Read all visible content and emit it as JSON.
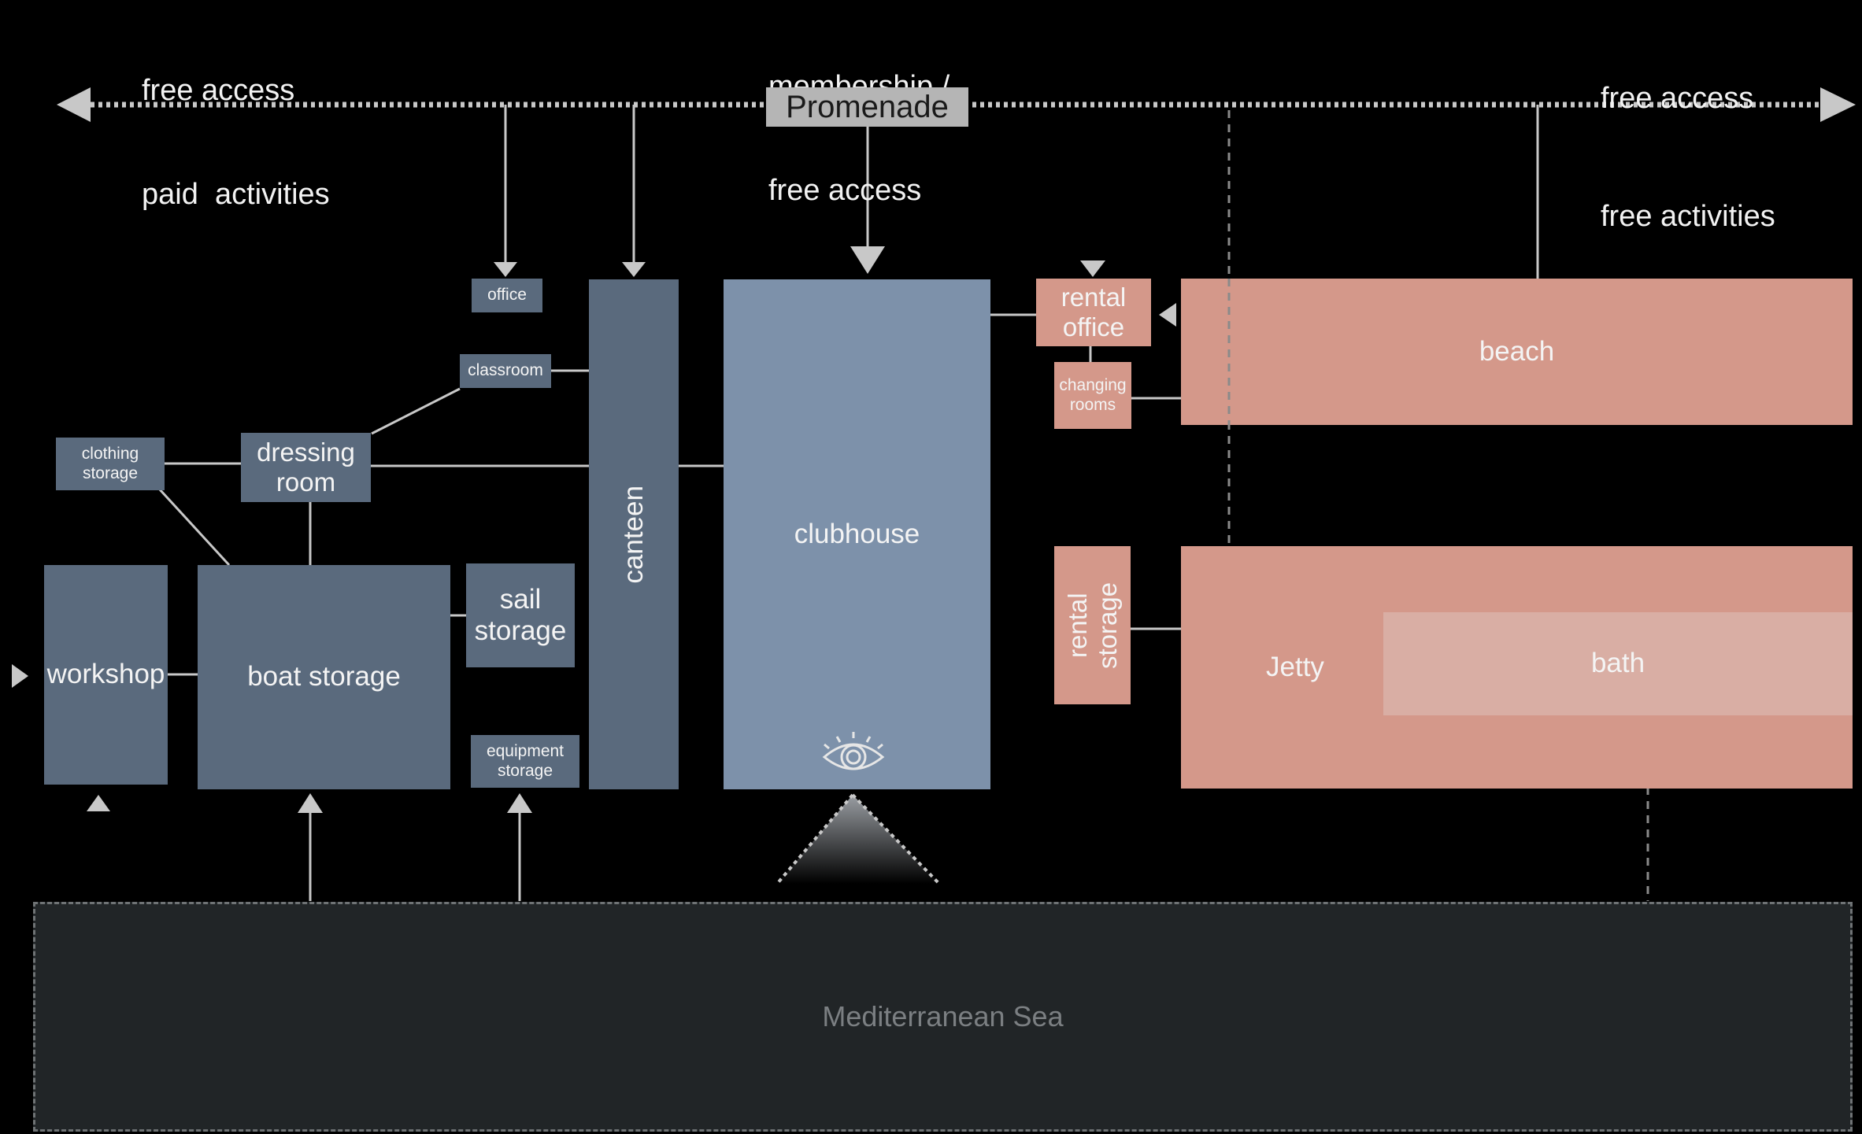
{
  "header": {
    "left_line1": "free access",
    "left_line2": "paid  activities",
    "center_line1": "membership /",
    "center_line2": "free access",
    "right_line1": "free access",
    "right_line2": "free activities"
  },
  "promenade": "Promenade",
  "rooms": {
    "office": "office",
    "classroom": "classroom",
    "clothing_storage_1": "clothing",
    "clothing_storage_2": "storage",
    "dressing_room_1": "dressing",
    "dressing_room_2": "room",
    "canteen": "canteen",
    "clubhouse": "clubhouse",
    "rental_office_1": "rental",
    "rental_office_2": "office",
    "changing_rooms_1": "changing",
    "changing_rooms_2": "rooms",
    "beach": "beach",
    "workshop": "workshop",
    "boat_storage": "boat  storage",
    "sail_storage_1": "sail",
    "sail_storage_2": "storage",
    "equipment_storage_1": "equipment",
    "equipment_storage_2": "storage",
    "rental_storage_1": "rental",
    "rental_storage_2": "storage",
    "jetty": "Jetty",
    "bath": "bath"
  },
  "sea": "Mediterranean Sea",
  "icons": {
    "view": "eye-icon"
  },
  "colors": {
    "background": "#000000",
    "club_dark": "#5a6a7d",
    "clubhouse": "#7d91aa",
    "public_salmon": "#d4988a",
    "bath": "#d9aea4",
    "promenade": "#b5b5b5",
    "sea": "#212527",
    "lines": "#c8c8c8"
  }
}
